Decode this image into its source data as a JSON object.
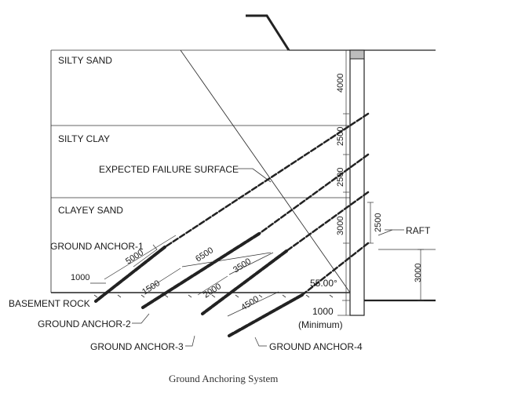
{
  "diagram": {
    "caption": "Ground Anchoring System",
    "soil_layers": [
      "SILTY SAND",
      "SILTY CLAY",
      "CLAYEY SAND"
    ],
    "basement_rock": "BASEMENT ROCK",
    "failure_surface": "EXPECTED FAILURE SURFACE",
    "raft": "RAFT",
    "angle": "55.00°",
    "anchors": [
      "GROUND ANCHOR-1",
      "GROUND ANCHOR-2",
      "GROUND ANCHOR-3",
      "GROUND ANCHOR-4"
    ],
    "wall_dims": [
      "4000",
      "2500",
      "2500",
      "3000"
    ],
    "right_dim": "2500",
    "raft_depth": "3000",
    "anchor_dims": {
      "a1_bond": "5000",
      "a1_free": "1000",
      "a2_free": "1500",
      "a2_bond": "6500",
      "a3_free": "2000",
      "a3_bond": "3500",
      "a4_bond": "4500"
    },
    "embed_value": "1000",
    "embed_note": "(Minimum)"
  }
}
